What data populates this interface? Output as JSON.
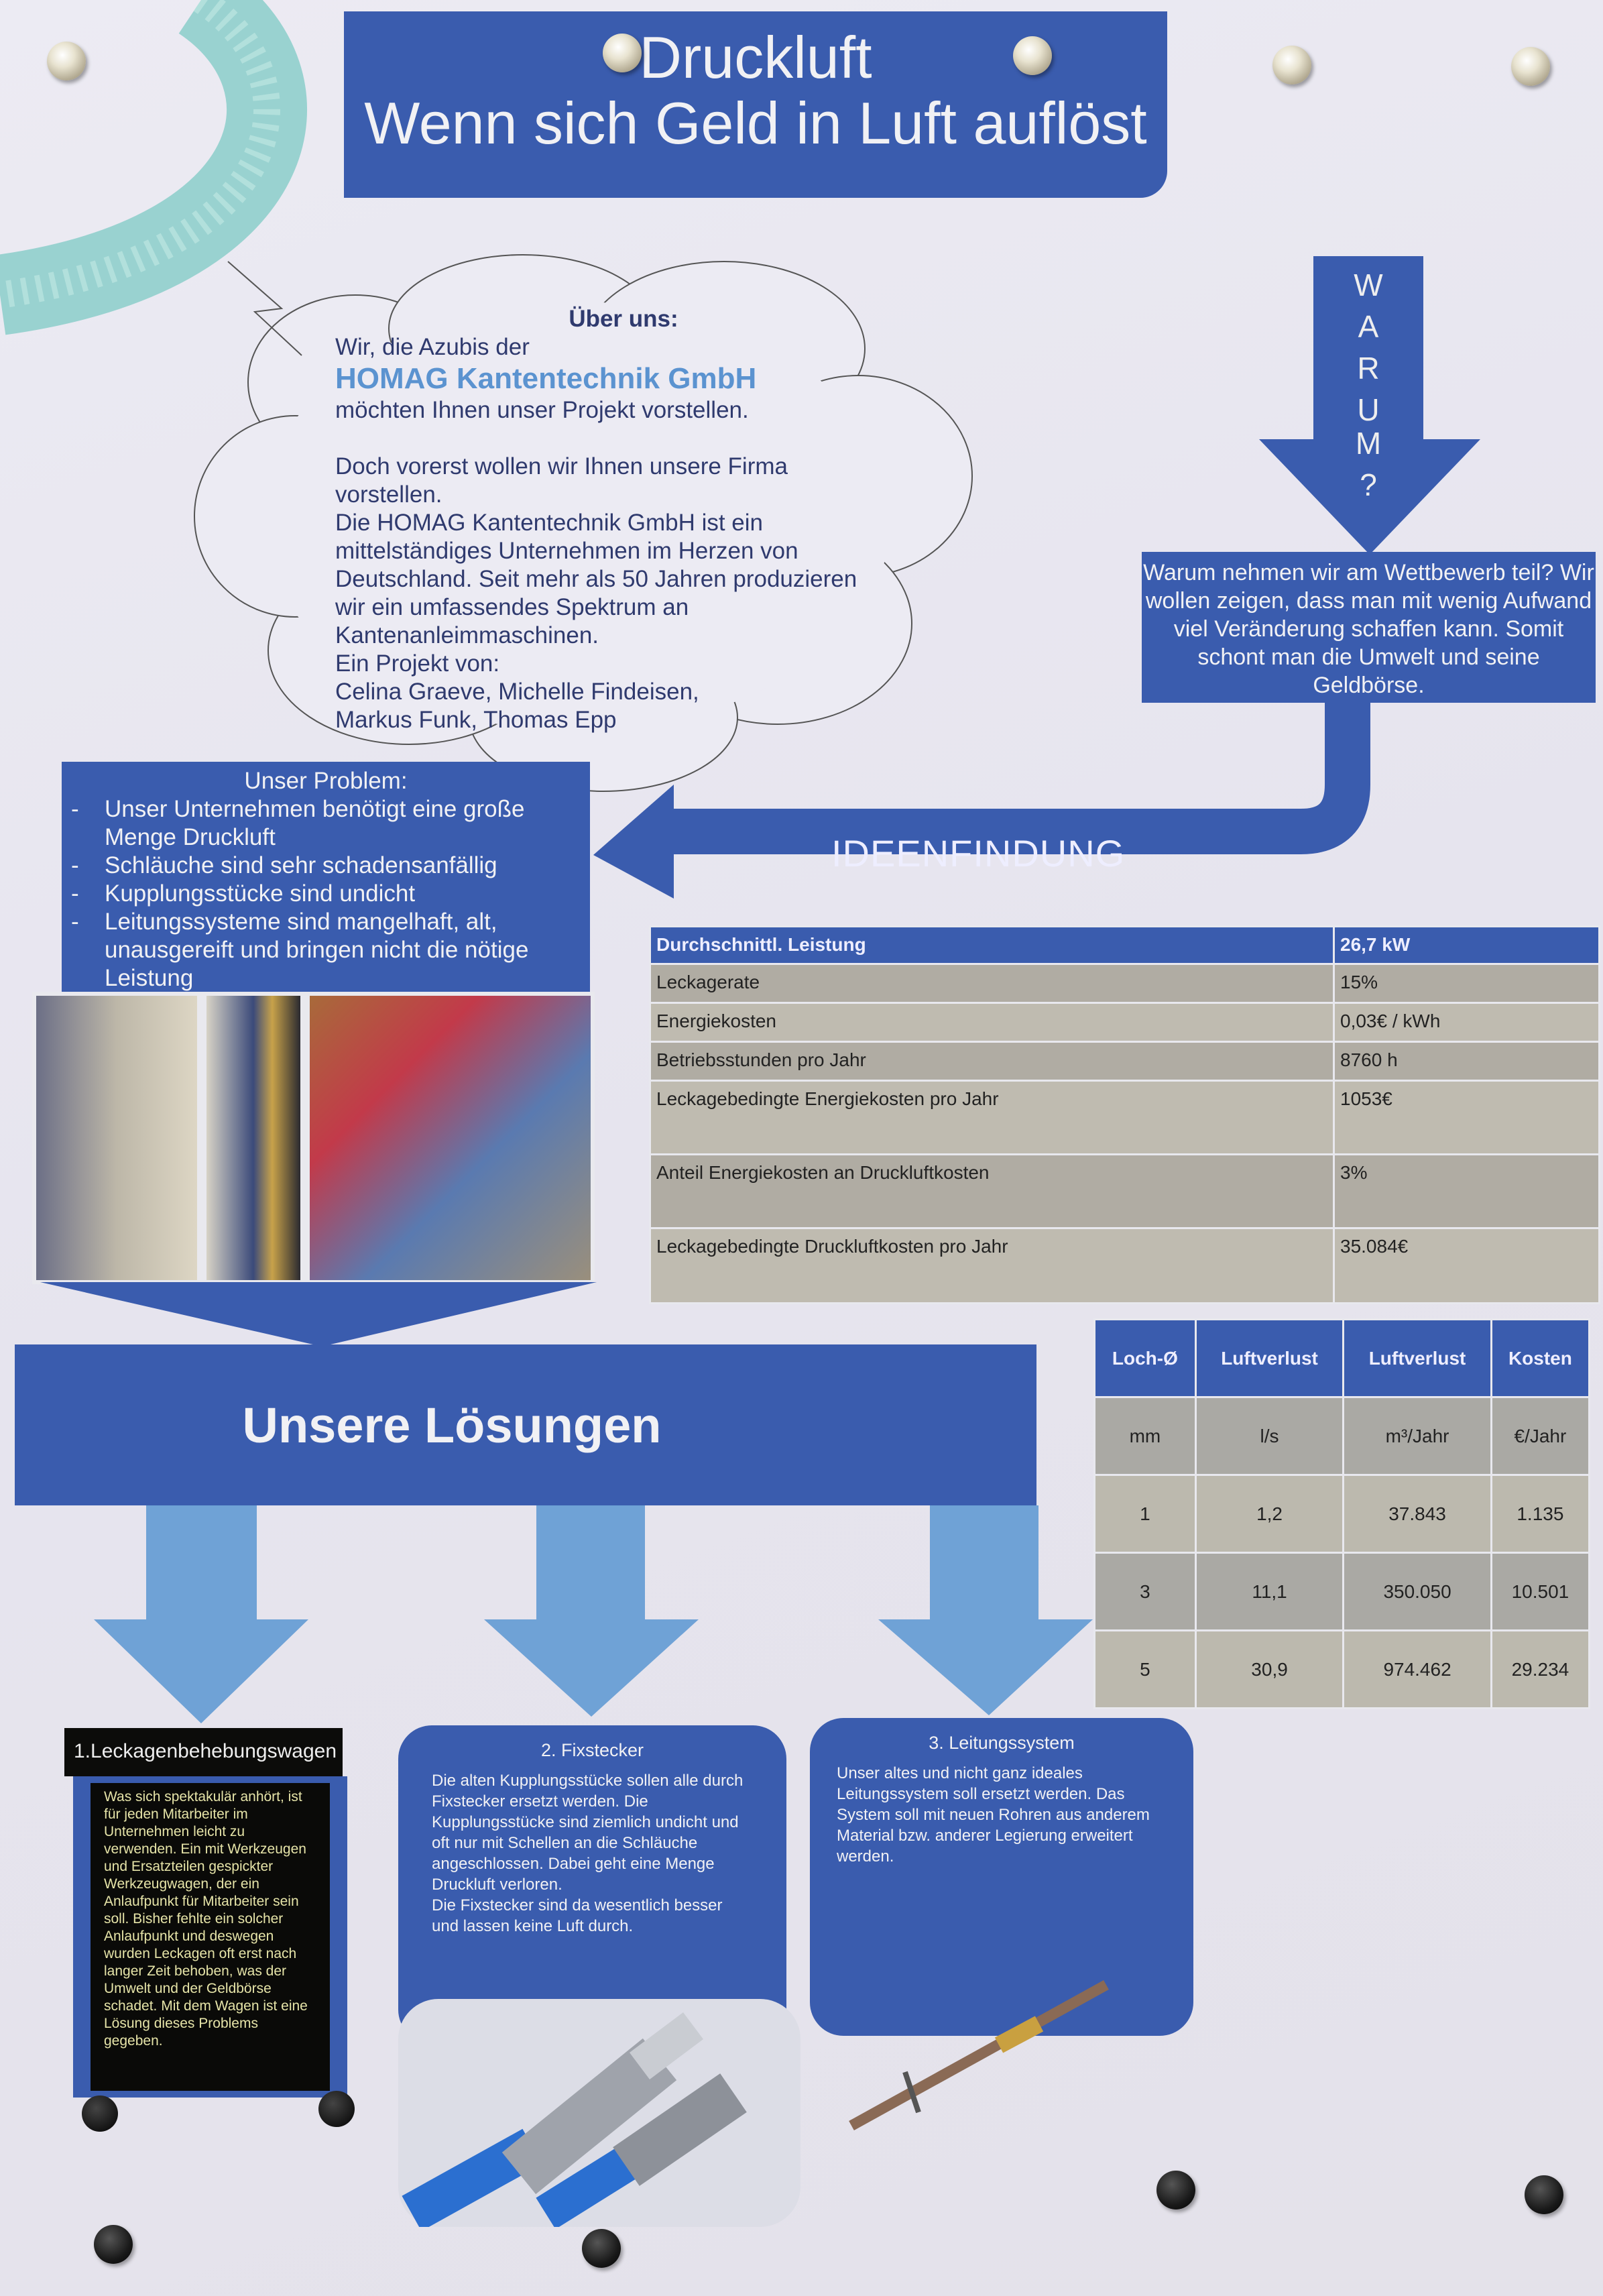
{
  "title": {
    "line1": "Druckluft",
    "line2": "Wenn sich Geld in Luft auflöst"
  },
  "about": {
    "heading": "Über uns:",
    "line1": "Wir, die Azubis der",
    "company": "HOMAG Kantentechnik GmbH",
    "line2": "möchten Ihnen unser Projekt vorstellen.",
    "para1": "Doch vorerst wollen wir Ihnen unsere Firma vorstellen.",
    "para2": "Die HOMAG Kantentechnik GmbH ist ein mittelständiges Unternehmen im Herzen von Deutschland. Seit mehr als 50 Jahren produzieren wir ein umfassendes Spektrum an Kantenanleimmaschinen.",
    "para3": "Ein Projekt von:",
    "names": "Celina Graeve, Michelle Findeisen, Markus Funk, Thomas Epp"
  },
  "warum": {
    "letters": [
      "W",
      "A",
      "R",
      "U",
      "M",
      "?"
    ],
    "text": "Warum nehmen wir am Wettbewerb teil? Wir wollen zeigen, dass man mit wenig Aufwand viel Veränderung schaffen kann. Somit schont man die Umwelt und seine Geldbörse."
  },
  "ideenfindung": "IDEENFINDUNG",
  "problem": {
    "heading": "Unser Problem:",
    "items": [
      "Unser Unternehmen benötigt eine große Menge Druckluft",
      "Schläuche sind sehr schadensanfällig",
      "Kupplungsstücke sind undicht",
      "Leitungssysteme sind mangelhaft, alt, unausgereift und bringen nicht die nötige Leistung"
    ]
  },
  "cost_table": {
    "rows": [
      [
        "Durchschnittl. Leistung",
        "26,7 kW"
      ],
      [
        "Leckagerate",
        "15%"
      ],
      [
        "Energiekosten",
        "0,03€ / kWh"
      ],
      [
        "Betriebsstunden pro Jahr",
        "8760 h"
      ],
      [
        "Leckagebedingte Energiekosten pro Jahr",
        "1053€"
      ],
      [
        "Anteil Energiekosten an Druckluftkosten",
        "3%"
      ],
      [
        "Leckagebedingte Druckluftkosten pro Jahr",
        "35.084€"
      ]
    ]
  },
  "leak_table": {
    "headers": [
      "Loch-Ø",
      "Luftverlust",
      "Luftverlust",
      "Kosten"
    ],
    "units": [
      "mm",
      "l/s",
      "m³/Jahr",
      "€/Jahr"
    ],
    "rows": [
      [
        "1",
        "1,2",
        "37.843",
        "1.135"
      ],
      [
        "3",
        "11,1",
        "350.050",
        "10.501"
      ],
      [
        "5",
        "30,9",
        "974.462",
        "29.234"
      ]
    ]
  },
  "solutions": {
    "heading": "Unsere Lösungen",
    "s1": {
      "title": "1.Leckagenbehebungswagen",
      "text": "Was sich spektakulär anhört, ist für jeden Mitarbeiter im Unternehmen leicht zu verwenden. Ein mit Werkzeugen und Ersatzteilen gespickter Werkzeugwagen, der ein Anlaufpunkt für Mitarbeiter sein soll. Bisher fehlte ein solcher Anlaufpunkt und deswegen wurden Leckagen oft erst nach langer Zeit behoben, was der Umwelt und der Geldbörse schadet. Mit dem Wagen ist eine Lösung dieses Problems gegeben."
    },
    "s2": {
      "title": "2. Fixstecker",
      "text": "Die alten Kupplungsstücke sollen alle durch Fixstecker ersetzt werden. Die Kupplungsstücke sind ziemlich undicht und oft nur mit Schellen an die Schläuche angeschlossen. Dabei geht eine Menge Druckluft verloren.",
      "text2": "Die Fixstecker sind da wesentlich besser und lassen keine Luft durch."
    },
    "s3": {
      "title": "3. Leitungssystem",
      "text": "Unser altes und nicht ganz ideales Leitungssystem soll ersetzt werden. Das System soll mit neuen Rohren aus anderem Material bzw. anderer Legierung erweitert werden."
    }
  },
  "colors": {
    "primary": "#3a5cae",
    "arrow_light": "#6fa2d6",
    "brand": "#5b93d0"
  }
}
